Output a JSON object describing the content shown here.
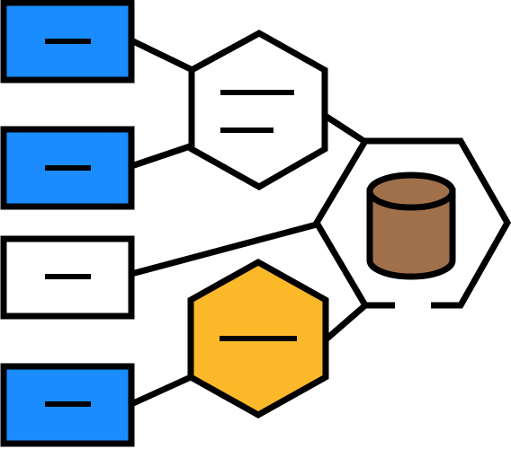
{
  "colors": {
    "stroke": "#000000",
    "background": "#ffffff",
    "blue": "#1a8cff",
    "white": "#ffffff",
    "yellow": "#fbb829",
    "database_brown": "#a0704a"
  },
  "nodes": [
    {
      "id": "source-box-1",
      "shape": "rectangle",
      "fill": "blue"
    },
    {
      "id": "source-box-2",
      "shape": "rectangle",
      "fill": "blue"
    },
    {
      "id": "source-box-3",
      "shape": "rectangle",
      "fill": "white"
    },
    {
      "id": "source-box-4",
      "shape": "rectangle",
      "fill": "blue"
    },
    {
      "id": "processor-hexagon-top",
      "shape": "hexagon",
      "fill": "white"
    },
    {
      "id": "processor-hexagon-bottom",
      "shape": "hexagon",
      "fill": "yellow"
    },
    {
      "id": "hub-hexagon",
      "shape": "hexagon",
      "fill": "white"
    }
  ],
  "hub": {
    "icon": "database-icon",
    "icon_fill": "database_brown"
  },
  "edges": [
    {
      "from": "source-box-1",
      "to": "processor-hexagon-top"
    },
    {
      "from": "source-box-2",
      "to": "processor-hexagon-top"
    },
    {
      "from": "processor-hexagon-top",
      "to": "hub-hexagon"
    },
    {
      "from": "source-box-3",
      "to": "hub-hexagon"
    },
    {
      "from": "processor-hexagon-bottom",
      "to": "hub-hexagon"
    },
    {
      "from": "source-box-4",
      "to": "processor-hexagon-bottom"
    }
  ]
}
